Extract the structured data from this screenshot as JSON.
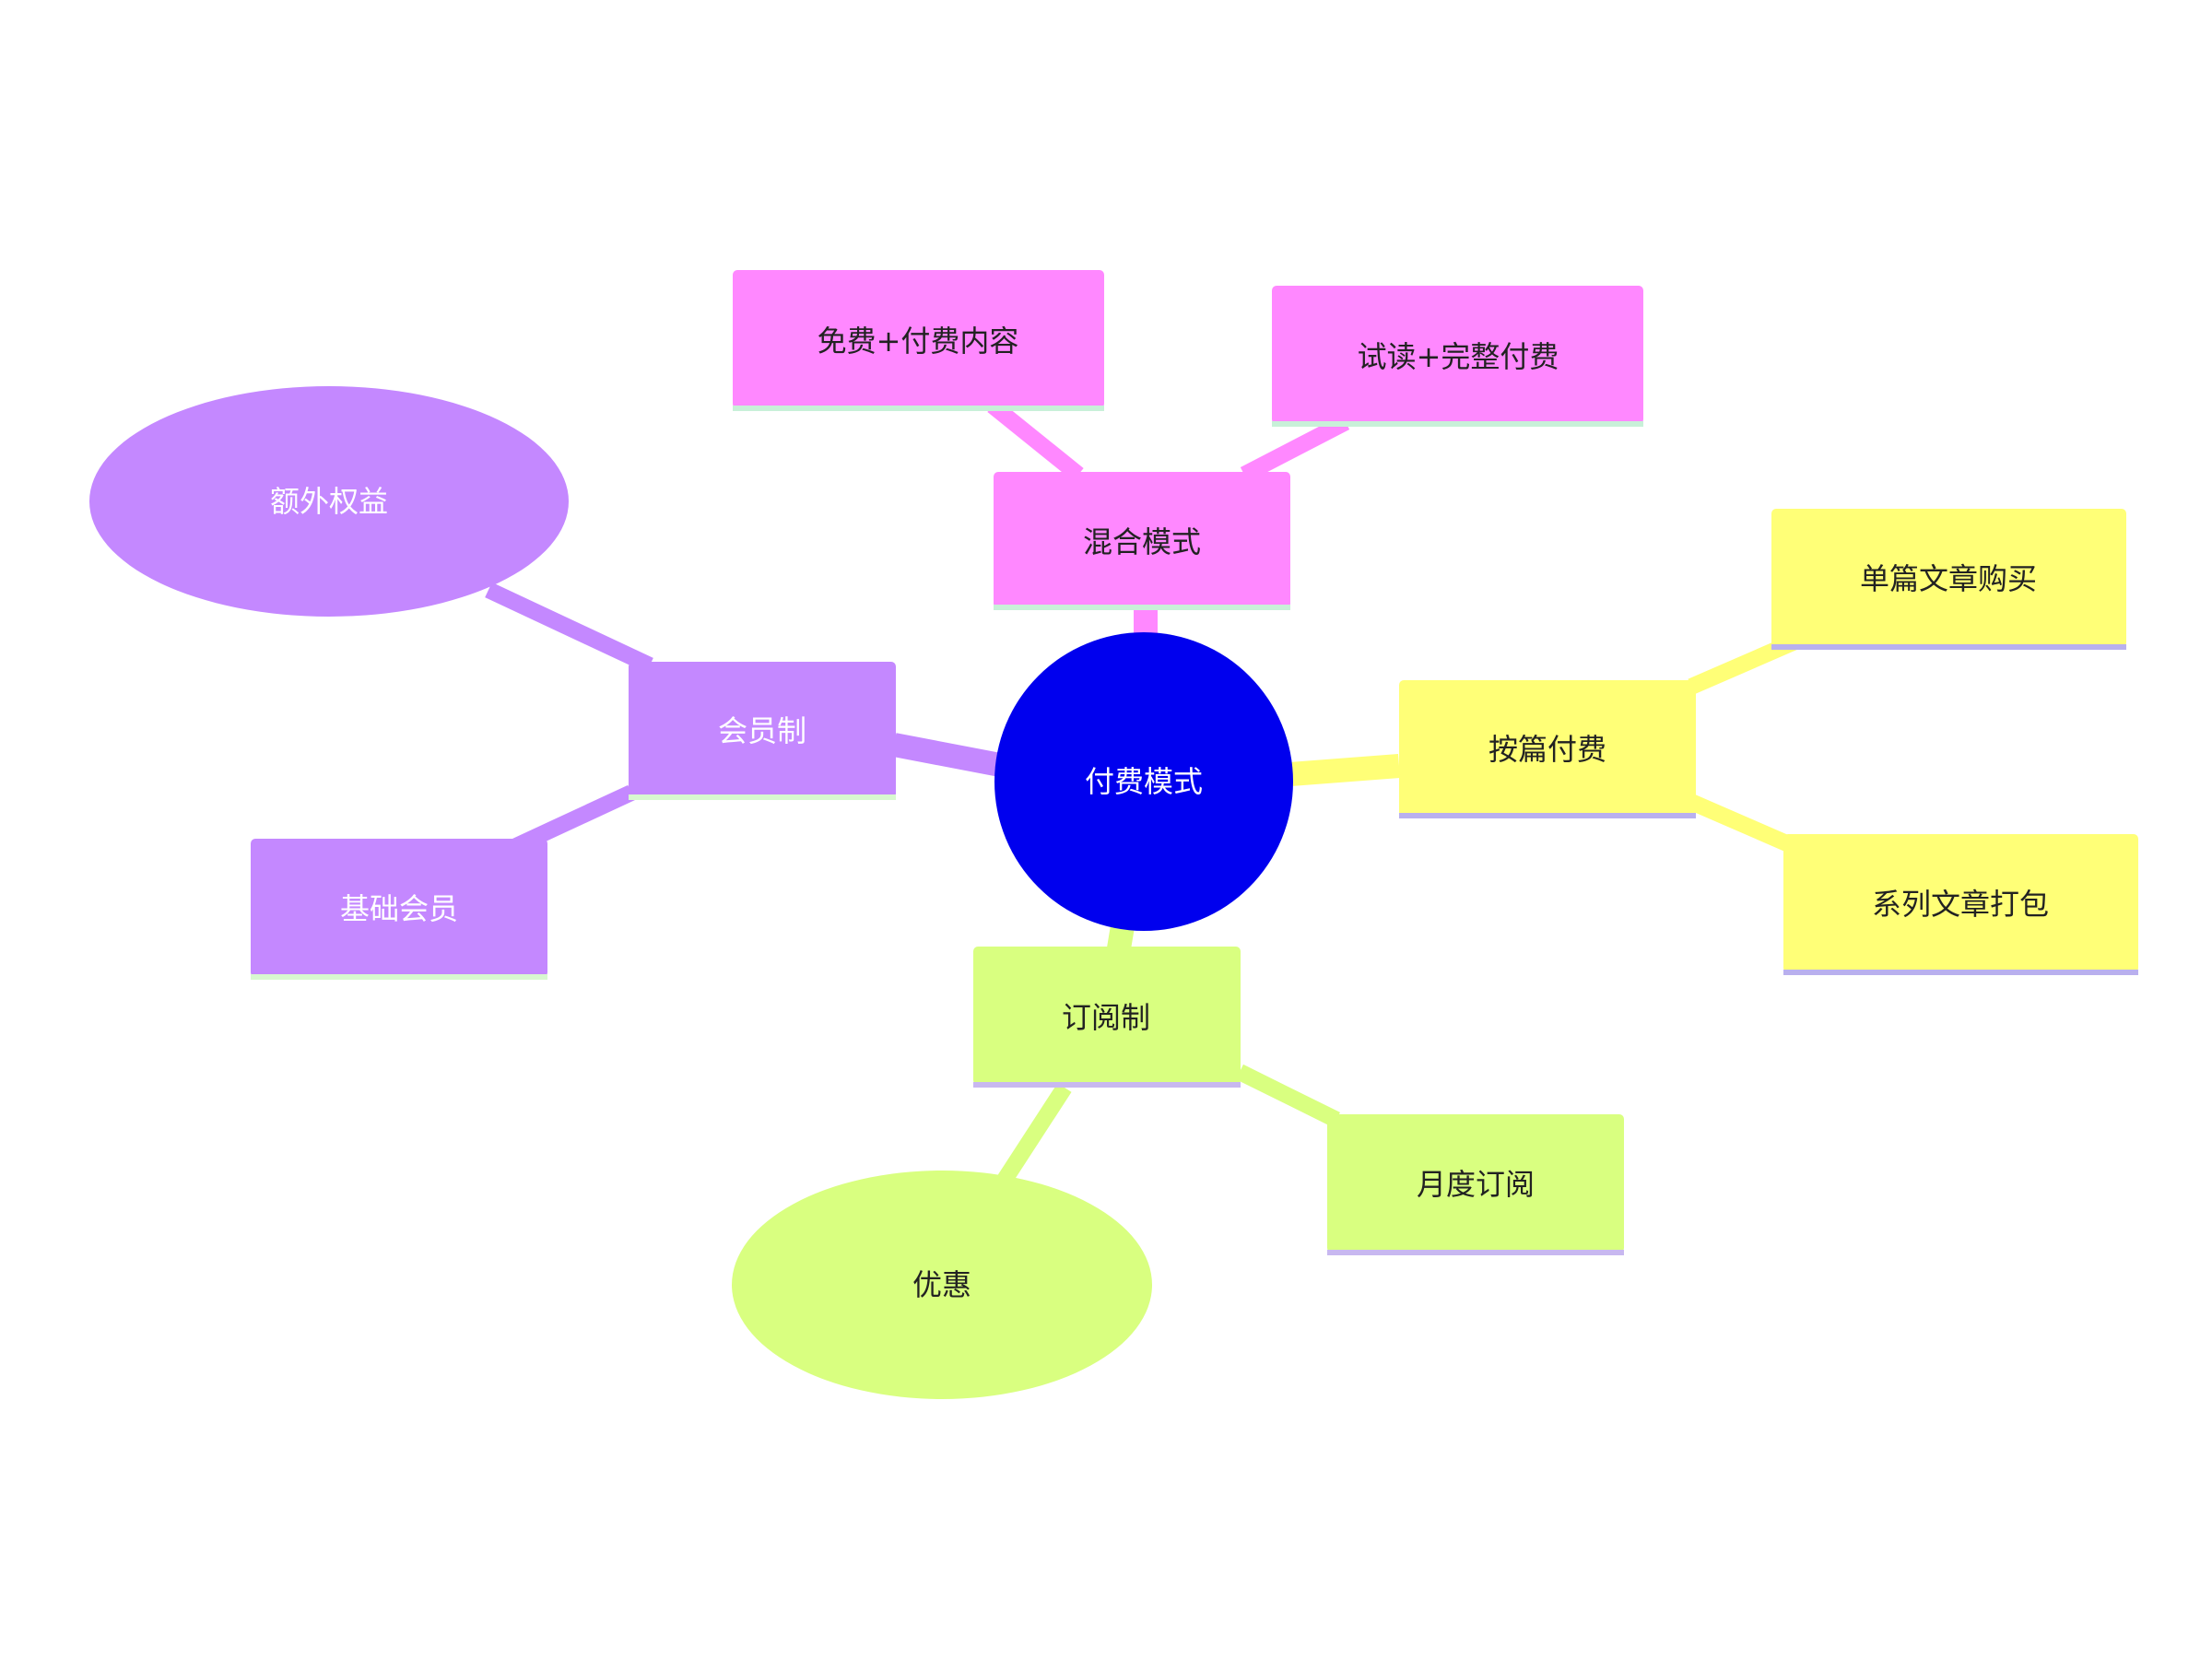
{
  "mindmap": {
    "root": {
      "label": "付费模式",
      "color": "#0000ee"
    },
    "branches": {
      "mixed": {
        "label": "混合模式",
        "color": "#ff88ff",
        "children": [
          {
            "label": "免费+付费内容"
          },
          {
            "label": "试读+完整付费"
          }
        ]
      },
      "per_article": {
        "label": "按篇付费",
        "color": "#ffff77",
        "children": [
          {
            "label": "单篇文章购买"
          },
          {
            "label": "系列文章打包"
          }
        ]
      },
      "subscription": {
        "label": "订阅制",
        "color": "#d9ff80",
        "children": [
          {
            "label": "月度订阅"
          },
          {
            "label": "优惠"
          }
        ]
      },
      "membership": {
        "label": "会员制",
        "color": "#c488ff",
        "children": [
          {
            "label": "额外权益"
          },
          {
            "label": "基础会员"
          }
        ]
      }
    }
  }
}
